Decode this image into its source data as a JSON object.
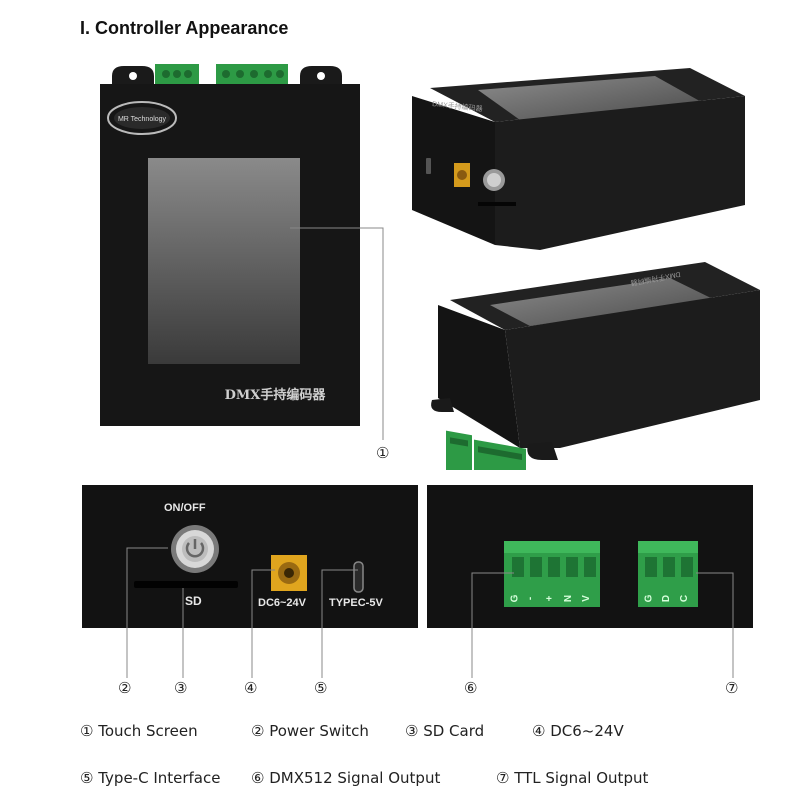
{
  "section_title": "I. Controller Appearance",
  "device": {
    "logo_text": "MR Technology",
    "front_label": "DMX手持编码器"
  },
  "panels": {
    "left": {
      "onoff": "ON/OFF",
      "sd": "SD",
      "dc": "DC6~24V",
      "typec": "TYPEC-5V"
    },
    "right": {
      "left_block_pins": [
        "G",
        "-",
        "+",
        "N",
        "V"
      ],
      "right_block_pins": [
        "G",
        "D",
        "C"
      ]
    }
  },
  "callouts": {
    "c1": "①",
    "c2": "②",
    "c3": "③",
    "c4": "④",
    "c5": "⑤",
    "c6": "⑥",
    "c7": "⑦"
  },
  "legend": {
    "touch_screen": "① Touch Screen",
    "power_switch": "② Power Switch",
    "sd_card": "③ SD Card",
    "dc": "④ DC6~24V",
    "typec": "⑤ Type-C Interface",
    "dmx512": "⑥ DMX512 Signal Output",
    "ttl": "⑦ TTL Signal Output"
  }
}
